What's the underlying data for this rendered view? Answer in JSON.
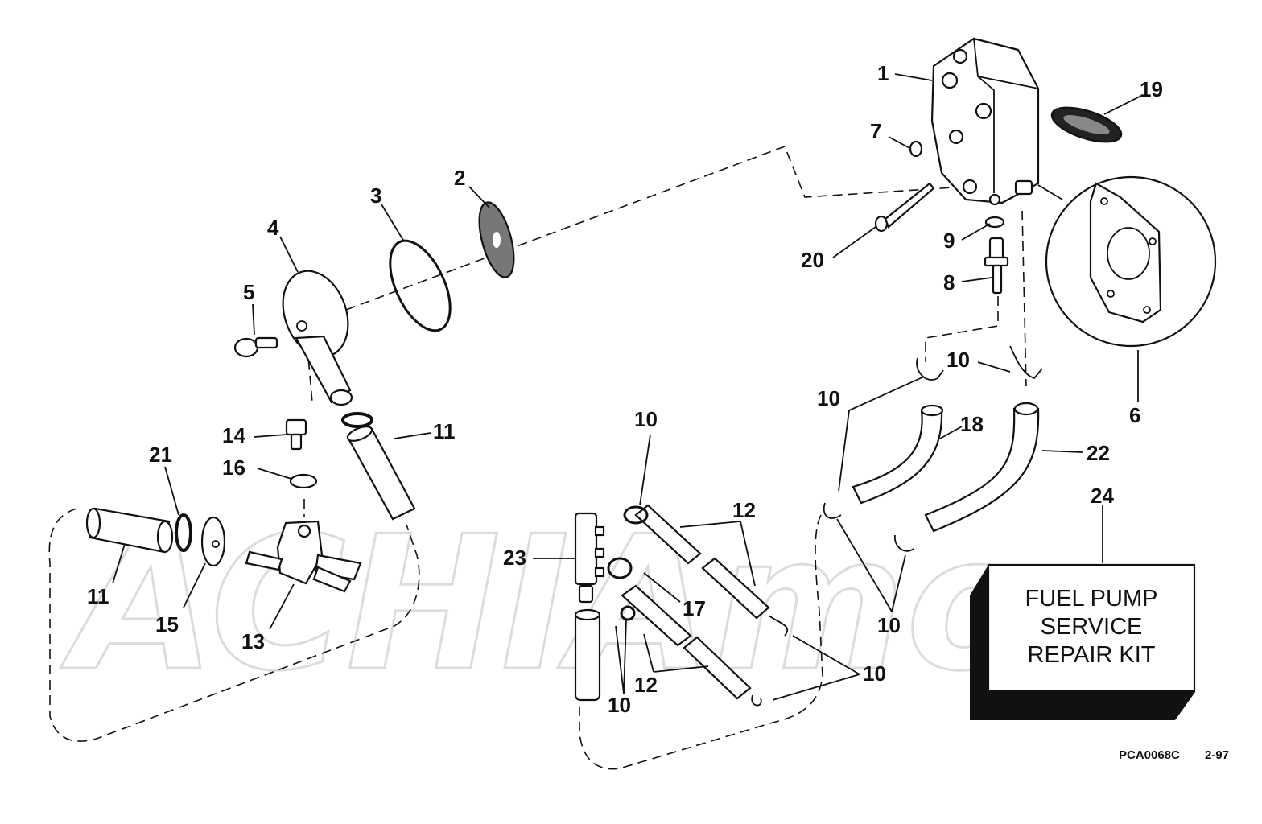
{
  "watermark": "ACHIAmo",
  "callouts": {
    "c1": "1",
    "c2": "2",
    "c3": "3",
    "c4": "4",
    "c5": "5",
    "c6": "6",
    "c7": "7",
    "c8": "8",
    "c9": "9",
    "c10a": "10",
    "c10b": "10",
    "c10c": "10",
    "c10d": "10",
    "c10e": "10",
    "c10f": "10",
    "c11a": "11",
    "c11b": "11",
    "c12a": "12",
    "c12b": "12",
    "c13": "13",
    "c14": "14",
    "c15": "15",
    "c16": "16",
    "c17": "17",
    "c18": "18",
    "c19": "19",
    "c20": "20",
    "c21": "21",
    "c22": "22",
    "c23": "23",
    "c24": "24"
  },
  "kit_box": {
    "line1": "FUEL PUMP",
    "line2": "SERVICE",
    "line3": "REPAIR KIT"
  },
  "reference": {
    "code": "PCA0068C",
    "date": "2-97"
  }
}
